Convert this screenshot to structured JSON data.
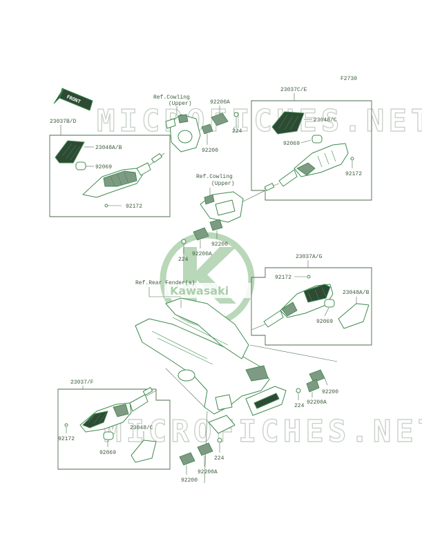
{
  "diagram": {
    "page_code": "F2730",
    "front_badge": "FRONT",
    "watermarks": [
      "MICROFICHES.NET",
      "MICROFICHES.NET"
    ],
    "logo_text": "Kawasaki",
    "labels": {
      "23037BD": "23037B/D",
      "23048AB_top": "23048A/B",
      "92069_top_left": "92069",
      "92172_top_left": "92172",
      "ref_cowling_upper_1_line1": "Ref.Cowling",
      "ref_cowling_upper_1_line2": "(Upper)",
      "92200A_top": "92200A",
      "224_top": "224",
      "92200_top": "92200",
      "23037CE": "23037C/E",
      "23048C_top": "23048/C",
      "92069_top_right": "92069",
      "92172_top_right": "92172",
      "ref_cowling_upper_2_line1": "Ref.Cowling",
      "ref_cowling_upper_2_line2": "(Upper)",
      "92200_mid": "92200",
      "224_mid": "224",
      "92200A_mid": "92200A",
      "ref_rear_fender": "Ref.Rear Fender(s)",
      "23037AG": "23037A/G",
      "92172_mid_right": "92172",
      "23048AB_mid": "23048A/B",
      "92069_mid_right": "92069",
      "92200_right": "92200",
      "224_right": "224",
      "92200A_right": "92200A",
      "23037F": "23037/F",
      "92172_bottom_left": "92172",
      "23048C_bottom": "23048/C",
      "92069_bottom_left": "92069",
      "224_bottom": "224",
      "92200A_bottom": "92200A",
      "92200_bottom": "92200"
    }
  }
}
